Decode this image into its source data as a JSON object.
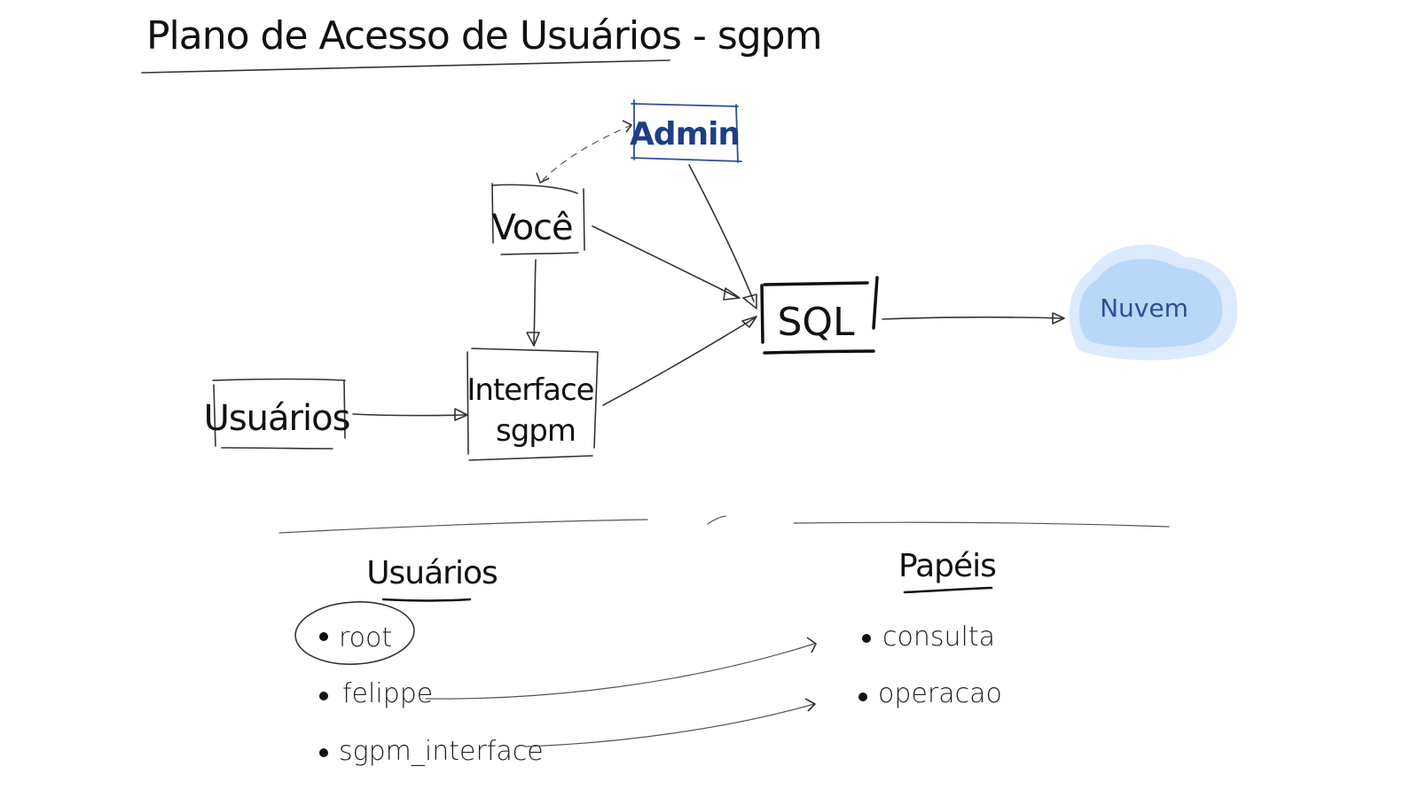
{
  "title": "Plano de Acesso de Usuários - sgpm",
  "diagram": {
    "nodes": {
      "admin": "Admin",
      "voce": "Você",
      "interface_line1": "Interface",
      "interface_line2": "sgpm",
      "usuarios": "Usuários",
      "sql": "SQL",
      "nuvem": "Nuvem"
    },
    "edges": [
      {
        "from": "admin",
        "to": "voce",
        "style": "dashed"
      },
      {
        "from": "admin",
        "to": "sql",
        "style": "solid"
      },
      {
        "from": "voce",
        "to": "sql",
        "style": "solid"
      },
      {
        "from": "voce",
        "to": "interface",
        "style": "solid"
      },
      {
        "from": "usuarios",
        "to": "interface",
        "style": "solid"
      },
      {
        "from": "interface",
        "to": "sql",
        "style": "solid"
      },
      {
        "from": "sql",
        "to": "nuvem",
        "style": "solid"
      }
    ]
  },
  "users_section": {
    "heading": "Usuários",
    "items": [
      "root",
      "felippe",
      "sgpm_interface"
    ],
    "highlighted": "root"
  },
  "roles_section": {
    "heading": "Papéis",
    "items": [
      "consulta",
      "operacao"
    ]
  },
  "mappings": [
    {
      "user": "felippe",
      "role": "consulta"
    },
    {
      "user": "sgpm_interface",
      "role": "operacao"
    }
  ],
  "colors": {
    "admin": "#1e3f86",
    "cloud_fill": "#b9d7f7",
    "cloud_glow": "#dbeafc",
    "cloud_text": "#2c4f96"
  }
}
